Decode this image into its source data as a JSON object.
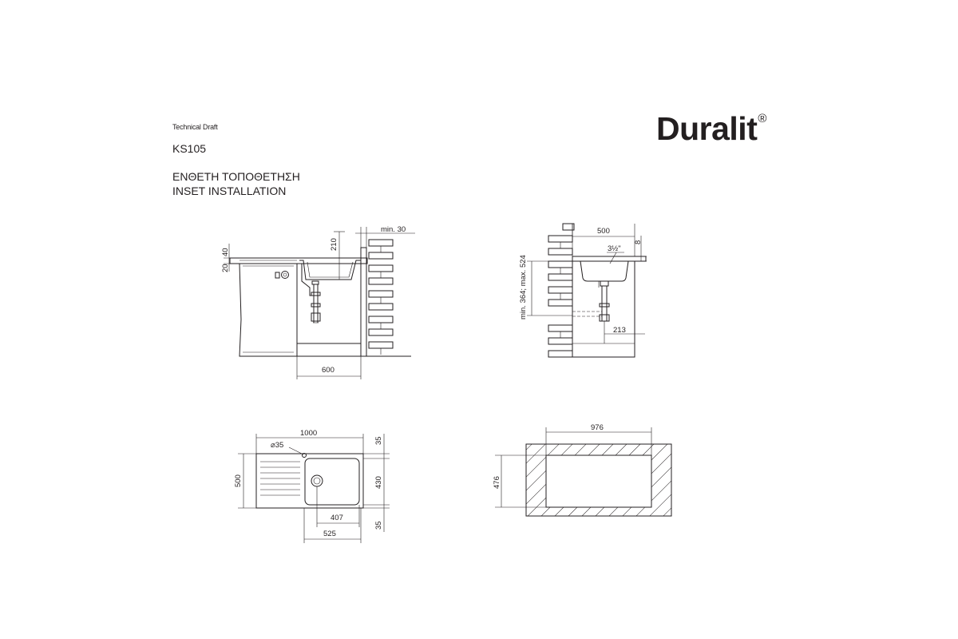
{
  "header": {
    "doc_type": "Technical Draft",
    "model": "KS105",
    "title_greek": "ΕΝΘΕΤΗ ΤΟΠΟΘΕΤΗΣΗ",
    "title_english": "INSET INSTALLATION"
  },
  "brand": {
    "name": "Duralit",
    "mark": "®"
  },
  "side_view": {
    "dim_210": "210",
    "dim_min30": "min. 30",
    "dim_40": "40",
    "dim_20": "20",
    "dim_600": "600"
  },
  "front_view": {
    "dim_500": "500",
    "dim_8": "8",
    "dim_outlet": "3½\"",
    "dim_height": "min. 364; max. 524",
    "dim_213": "213"
  },
  "top_view": {
    "dim_1000": "1000",
    "dim_hole": "⌀35",
    "dim_500": "500",
    "dim_35_top": "35",
    "dim_430": "430",
    "dim_35_bottom": "35",
    "dim_407": "407",
    "dim_525": "525"
  },
  "cutout": {
    "dim_976": "976",
    "dim_476": "476"
  },
  "colors": {
    "ink": "#231f20",
    "background": "#ffffff"
  }
}
